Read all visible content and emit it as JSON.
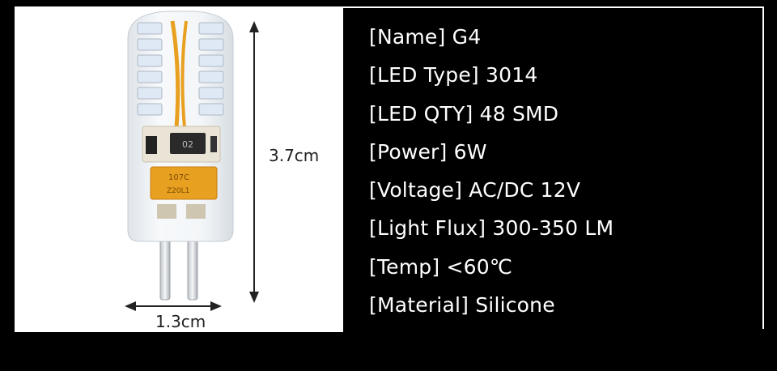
{
  "dimensions": {
    "height_label": "3.7cm",
    "width_label": "1.3cm"
  },
  "component_text": {
    "top_chip": "02",
    "capacitor_line1": "107C",
    "capacitor_line2": "Z20L1"
  },
  "specs": [
    {
      "label": "[Name]",
      "value": "G4"
    },
    {
      "label": "[LED Type]",
      "value": "3014"
    },
    {
      "label": "[LED QTY]",
      "value": "48 SMD"
    },
    {
      "label": "[Power]",
      "value": "6W"
    },
    {
      "label": "[Voltage]",
      "value": "AC/DC 12V"
    },
    {
      "label": "[Light Flux]",
      "value": "300-350 LM"
    },
    {
      "label": "[Temp]",
      "value": "<60℃"
    },
    {
      "label": "[Material]",
      "value": "Silicone"
    }
  ],
  "colors": {
    "background": "#000000",
    "text": "#ffffff",
    "led_yellow": "#e8a020"
  }
}
